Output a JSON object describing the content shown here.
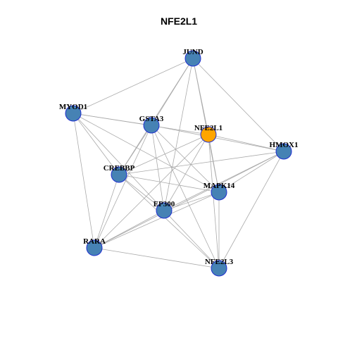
{
  "title": "NFE2L1",
  "colors": {
    "node_fill": "#4682b4",
    "highlight_fill": "#ffa500",
    "node_border": "#1f2fd0",
    "edge": "#aaaaaa"
  },
  "nodes": [
    {
      "id": "JUND",
      "label": "JUND",
      "highlight": false
    },
    {
      "id": "MYOD1",
      "label": "MYOD1",
      "highlight": false
    },
    {
      "id": "GSTA3",
      "label": "GSTA3",
      "highlight": false
    },
    {
      "id": "NFE2L1",
      "label": "NFE2L1",
      "highlight": true
    },
    {
      "id": "HMOX1",
      "label": "HMOX1",
      "highlight": false
    },
    {
      "id": "CREBBP",
      "label": "CREBBP",
      "highlight": false
    },
    {
      "id": "MAPK14",
      "label": "MAPK14",
      "highlight": false
    },
    {
      "id": "EP300",
      "label": "EP300",
      "highlight": false
    },
    {
      "id": "RARA",
      "label": "RARA",
      "highlight": false
    },
    {
      "id": "NFE2L3",
      "label": "NFE2L3",
      "highlight": false
    }
  ],
  "edges": [
    [
      "JUND",
      "MYOD1"
    ],
    [
      "JUND",
      "GSTA3"
    ],
    [
      "JUND",
      "NFE2L1"
    ],
    [
      "JUND",
      "HMOX1"
    ],
    [
      "JUND",
      "CREBBP"
    ],
    [
      "JUND",
      "MAPK14"
    ],
    [
      "JUND",
      "EP300"
    ],
    [
      "MYOD1",
      "GSTA3"
    ],
    [
      "MYOD1",
      "NFE2L1"
    ],
    [
      "MYOD1",
      "CREBBP"
    ],
    [
      "MYOD1",
      "EP300"
    ],
    [
      "MYOD1",
      "RARA"
    ],
    [
      "MYOD1",
      "MAPK14"
    ],
    [
      "GSTA3",
      "CREBBP"
    ],
    [
      "GSTA3",
      "EP300"
    ],
    [
      "GSTA3",
      "MAPK14"
    ],
    [
      "GSTA3",
      "NFE2L3"
    ],
    [
      "GSTA3",
      "RARA"
    ],
    [
      "GSTA3",
      "HMOX1"
    ],
    [
      "NFE2L1",
      "HMOX1"
    ],
    [
      "NFE2L1",
      "CREBBP"
    ],
    [
      "NFE2L1",
      "MAPK14"
    ],
    [
      "NFE2L1",
      "EP300"
    ],
    [
      "NFE2L1",
      "RARA"
    ],
    [
      "NFE2L1",
      "NFE2L3"
    ],
    [
      "HMOX1",
      "CREBBP"
    ],
    [
      "HMOX1",
      "MAPK14"
    ],
    [
      "HMOX1",
      "EP300"
    ],
    [
      "HMOX1",
      "NFE2L3"
    ],
    [
      "HMOX1",
      "RARA"
    ],
    [
      "CREBBP",
      "EP300"
    ],
    [
      "CREBBP",
      "MAPK14"
    ],
    [
      "CREBBP",
      "RARA"
    ],
    [
      "CREBBP",
      "NFE2L3"
    ],
    [
      "MAPK14",
      "EP300"
    ],
    [
      "MAPK14",
      "RARA"
    ],
    [
      "MAPK14",
      "NFE2L3"
    ],
    [
      "EP300",
      "RARA"
    ],
    [
      "EP300",
      "NFE2L3"
    ],
    [
      "RARA",
      "NFE2L3"
    ]
  ]
}
